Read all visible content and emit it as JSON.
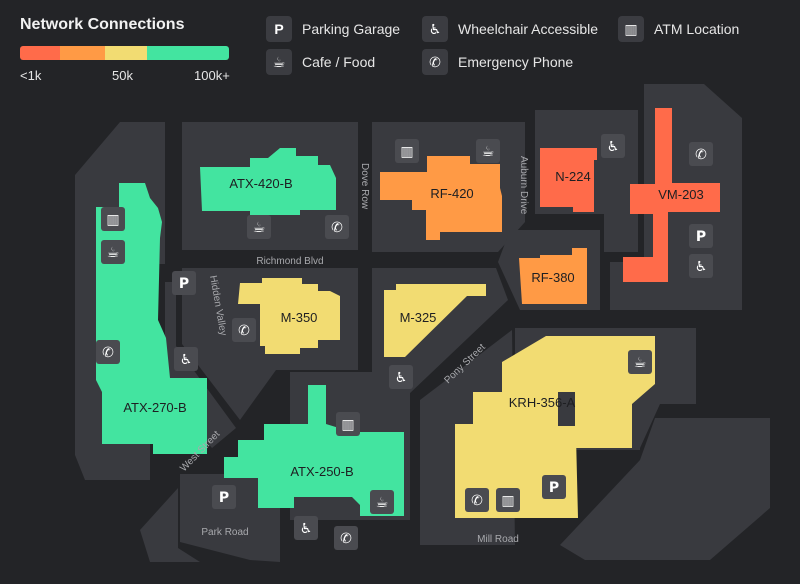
{
  "legend": {
    "title": "Network Connections",
    "scale_labels": [
      "<1k",
      "50k",
      "100k+"
    ],
    "scale_colors": [
      "#ff6b4a",
      "#ff9a45",
      "#f2dc72",
      "#43e4a0"
    ]
  },
  "amenity_key": [
    {
      "icon": "parking-icon",
      "glyph": "P",
      "label": "Parking Garage"
    },
    {
      "icon": "wheelchair-icon",
      "glyph": "♿",
      "label": "Wheelchair Accessible"
    },
    {
      "icon": "atm-icon",
      "glyph": "▥",
      "label": "ATM Location"
    },
    {
      "icon": "cafe-icon",
      "glyph": "☕",
      "label": "Cafe / Food"
    },
    {
      "icon": "emergency-phone-icon",
      "glyph": "✆",
      "label": "Emergency Phone"
    }
  ],
  "streets": {
    "richmond_blvd": "Richmond Blvd",
    "dove_row": "Dove Row",
    "auburn_drive": "Auburn Drive",
    "hidden_valley": "Hidden Valley",
    "pony_street": "Pony Street",
    "west_street": "West Street",
    "park_road": "Park Road",
    "mill_road": "Mill Road"
  },
  "buildings": [
    {
      "id": "ATX-420-B",
      "color": "#43e4a0"
    },
    {
      "id": "RF-420",
      "color": "#ff9a45"
    },
    {
      "id": "N-224",
      "color": "#ff6b4a"
    },
    {
      "id": "VM-203",
      "color": "#ff6b4a"
    },
    {
      "id": "RF-380",
      "color": "#ff9a45"
    },
    {
      "id": "M-350",
      "color": "#f2dc72"
    },
    {
      "id": "M-325",
      "color": "#f2dc72"
    },
    {
      "id": "ATX-270-B",
      "color": "#43e4a0"
    },
    {
      "id": "KRH-356-A",
      "color": "#f2dc72"
    },
    {
      "id": "ATX-250-B",
      "color": "#43e4a0"
    }
  ],
  "colors": {
    "background": "#232427",
    "block": "#393a3f",
    "icon_tile": "#4a4b50"
  }
}
